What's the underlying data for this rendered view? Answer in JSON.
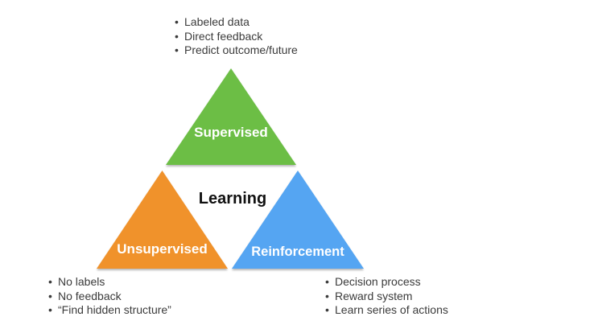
{
  "title": "Machine learning types diagram",
  "colors": {
    "supervised": "#6cbe45",
    "unsupervised": "#f0922b",
    "reinforcement": "#55a5f2",
    "triangle_label": "#ffffff",
    "center_text": "#111111",
    "bullet_text": "#3b3b3b"
  },
  "center_label": "Learning",
  "triangles": {
    "supervised": {
      "label": "Supervised"
    },
    "unsupervised": {
      "label": "Unsupervised"
    },
    "reinforcement": {
      "label": "Reinforcement"
    }
  },
  "bullet_lists": {
    "supervised": {
      "items": [
        "Labeled data",
        "Direct feedback",
        "Predict outcome/future"
      ]
    },
    "unsupervised": {
      "items": [
        "No labels",
        "No feedback",
        "“Find hidden structure”"
      ]
    },
    "reinforcement": {
      "items": [
        "Decision process",
        "Reward system",
        "Learn series of actions"
      ]
    }
  }
}
